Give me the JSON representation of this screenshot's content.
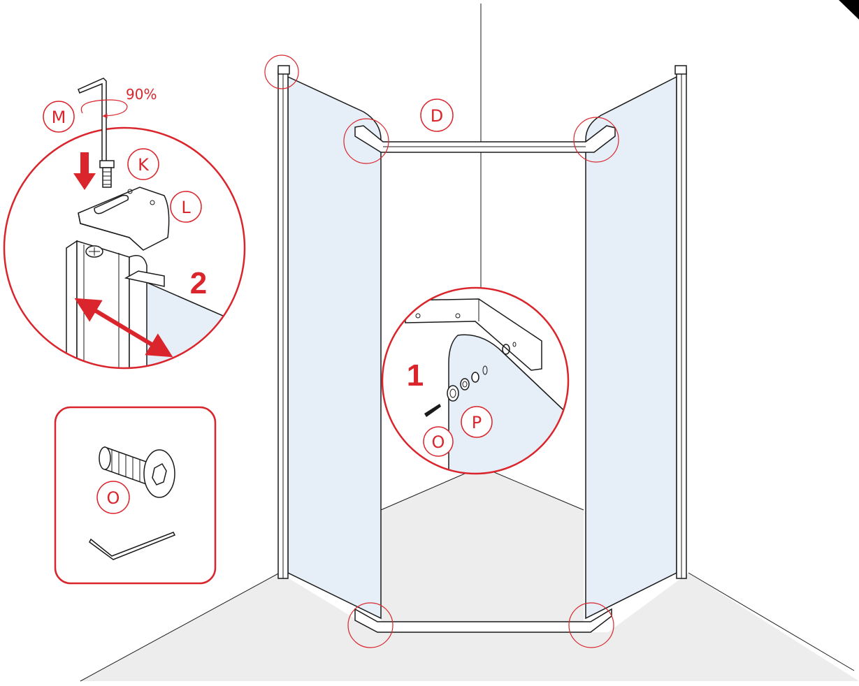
{
  "labels": {
    "D": "D",
    "K": "K",
    "L": "L",
    "M": "M",
    "O_box": "O",
    "O_detail": "O",
    "P": "P"
  },
  "rotation_text": "90%",
  "steps": {
    "step1": "1",
    "step2": "2"
  },
  "colors": {
    "accent": "#d9252b",
    "glass": "#e6eef8",
    "floor": "#ededed",
    "outline": "#1a1a1a"
  },
  "icons": [
    "hex-key-icon",
    "countersunk-screw-icon",
    "rotation-arrow-icon",
    "direction-arrow-icon"
  ]
}
